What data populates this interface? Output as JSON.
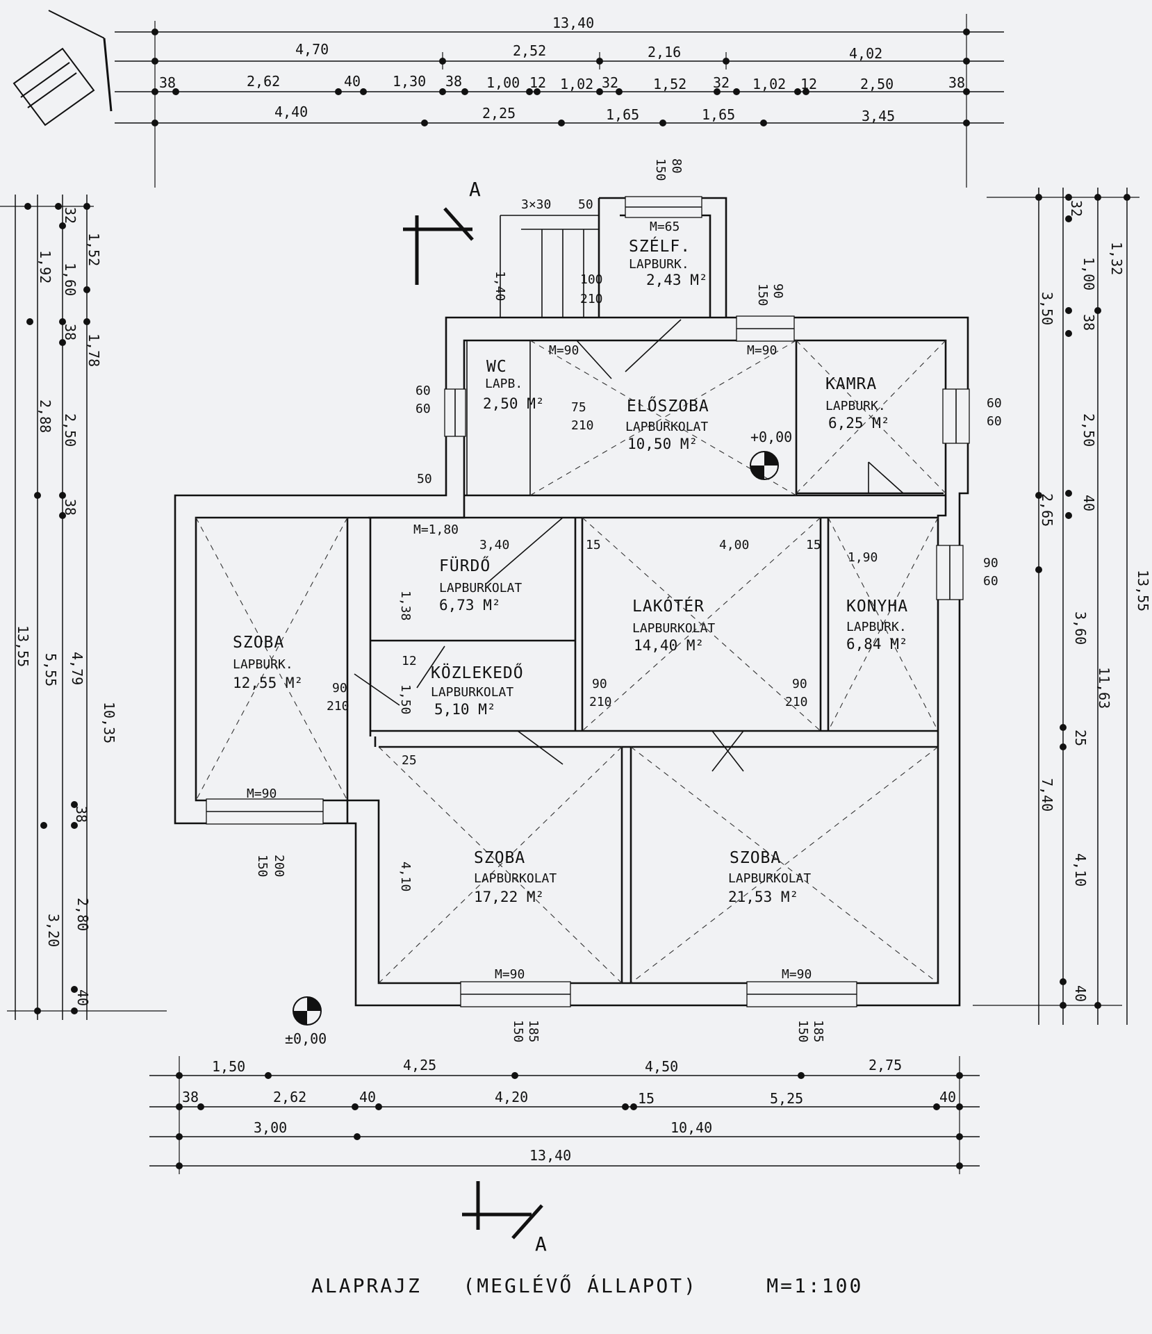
{
  "title": "ALAPRAJZ   (MEGLÉVŐ ÁLLAPOT)     M=1:100",
  "section_marker": "A",
  "level_marks": [
    "±0,00",
    "+0,00"
  ],
  "dimensions": {
    "top": {
      "row1": [
        "13,40"
      ],
      "row2": [
        "4,70",
        "2,52",
        "2,16",
        "4,02"
      ],
      "row3": [
        "38",
        "2,62",
        "40",
        "1,30",
        "38",
        "1,00",
        "12",
        "1,02",
        "32",
        "1,52",
        "32",
        "1,02",
        "12",
        "2,50",
        "38"
      ],
      "row4": [
        "4,40",
        "2,25",
        "1,65",
        "1,65",
        "3,45"
      ]
    },
    "bottom": {
      "row1": [
        "1,50",
        "4,25",
        "4,50",
        "2,75"
      ],
      "row2": [
        "38",
        "2,62",
        "40",
        "4,20",
        "15",
        "5,25",
        "40"
      ],
      "row3": [
        "3,00",
        "10,40"
      ],
      "row4": [
        "13,40"
      ]
    },
    "left": {
      "outer": [
        "13,55"
      ],
      "col2": [
        "1,92",
        "2,88",
        "5,55",
        "3,20"
      ],
      "col3": [
        "32",
        "1,60",
        "38",
        "2,50",
        "38",
        "4,79",
        "38",
        "2,80",
        "40"
      ],
      "col4": [
        "1,52",
        "1,78",
        "10,35"
      ]
    },
    "right": {
      "outer": [
        "13,55"
      ],
      "col2": [
        "1,32",
        "2,50",
        "3,60",
        "4,10"
      ],
      "col3": [
        "32",
        "1,00",
        "38",
        "40",
        "25",
        "40"
      ],
      "col4": [
        "3,50",
        "2,65",
        "7,40",
        "11,63"
      ]
    }
  },
  "rooms": [
    {
      "name": "SZÉLF.",
      "floor": "LAPBURK.",
      "area": "2,43 M²",
      "extra": "M=65"
    },
    {
      "name": "WC",
      "floor": "LAPB.",
      "area": "2,50 M²"
    },
    {
      "name": "ELŐSZOBA",
      "floor": "LAPBURKOLAT",
      "area": "10,50 M²"
    },
    {
      "name": "KAMRA",
      "floor": "LAPBURK.",
      "area": "6,25 M²"
    },
    {
      "name": "FÜRDŐ",
      "floor": "LAPBURKOLAT",
      "area": "6,73 M²"
    },
    {
      "name": "LAKÓTÉR",
      "floor": "LAPBURKOLAT",
      "area": "14,40 M²"
    },
    {
      "name": "KONYHA",
      "floor": "LAPBURK.",
      "area": "6,84 M²"
    },
    {
      "name": "SZOBA",
      "floor": "LAPBURK.",
      "area": "12,55 M²"
    },
    {
      "name": "KÖZLEKEDŐ",
      "floor": "LAPBURKOLAT",
      "area": "5,10 M²"
    },
    {
      "name": "SZOBA",
      "floor": "LAPBURKOLAT",
      "area": "17,22 M²"
    },
    {
      "name": "SZOBA",
      "floor": "LAPBURKOLAT",
      "area": "21,53 M²"
    }
  ],
  "annotations": {
    "stairs": "3×30",
    "stair_w": "50",
    "m90": "M=90",
    "m180": "M=1,80",
    "d_90": "90",
    "d_210": "210",
    "d_60": "60",
    "d_75": "75",
    "d_100": "100",
    "d_150": "150",
    "d_185": "185",
    "d_200": "200",
    "d_140": "1,40",
    "d_138": "1,38",
    "d_150m": "1,50",
    "d_410": "4,10",
    "d_190": "1,90",
    "d_340": "3,40",
    "d_400": "4,00",
    "d_15": "15",
    "d_12": "12",
    "d_25": "25",
    "d_80": "80",
    "d_50": "50"
  },
  "colors": {
    "ink": "#111111",
    "paper": "#f1f2f4"
  }
}
